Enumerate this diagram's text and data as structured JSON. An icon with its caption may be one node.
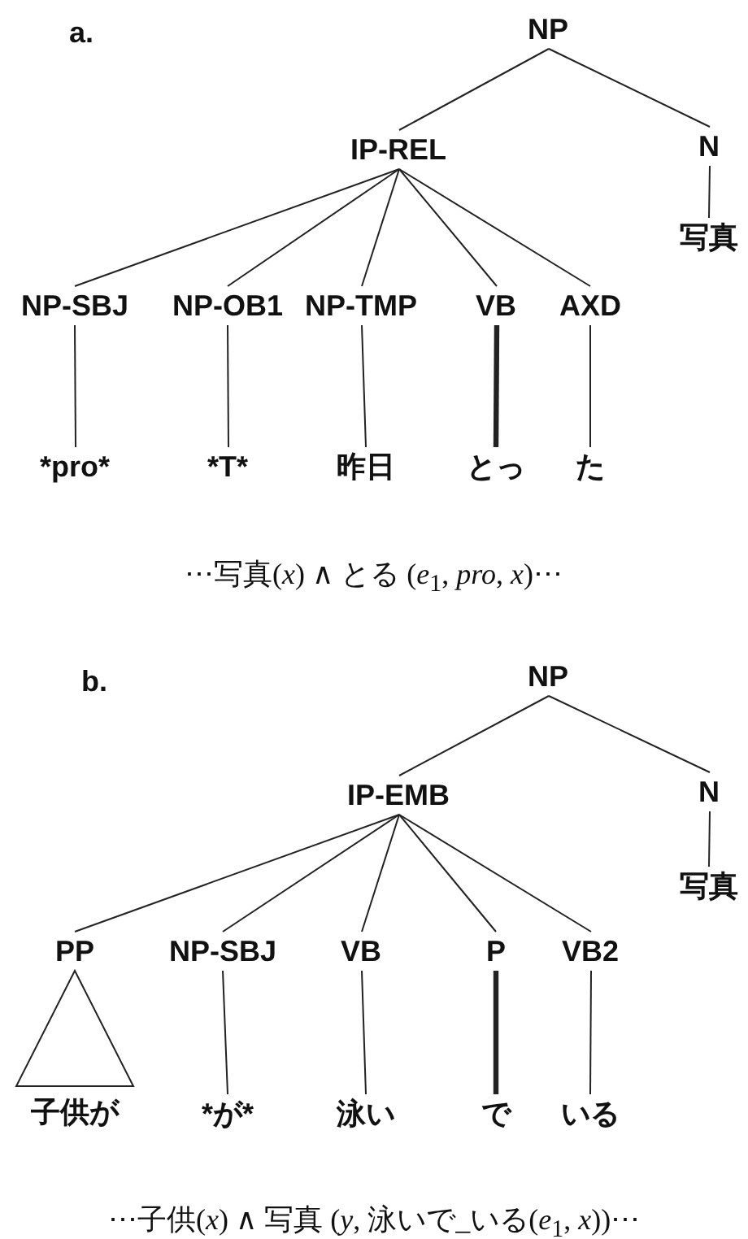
{
  "diagram": {
    "nodes": [
      {
        "text": [
          "NP"
        ]
      },
      {
        "text": [
          "IP-REL"
        ]
      },
      {
        "text": [
          "N"
        ]
      },
      {
        "text": [
          "NP-SBJ"
        ]
      },
      {
        "text": [
          "NP-OB1"
        ]
      },
      {
        "text": [
          "NP-TMP"
        ]
      },
      {
        "text": [
          "VB"
        ]
      },
      {
        "text": [
          "AXD"
        ]
      },
      {
        "text": [
          "写真"
        ]
      },
      {
        "text": [
          "*pro*"
        ]
      },
      {
        "text": [
          "*T*"
        ]
      },
      {
        "text": [
          "昨日"
        ]
      },
      {
        "text": [
          "とっ"
        ]
      },
      {
        "text": [
          "た"
        ]
      },
      {
        "text": [
          "NP"
        ]
      },
      {
        "text": [
          "IP-EMB"
        ]
      },
      {
        "text": [
          "N"
        ]
      },
      {
        "text": [
          "PP"
        ]
      },
      {
        "text": [
          "NP-SBJ"
        ]
      },
      {
        "text": [
          "VB"
        ]
      },
      {
        "text": [
          "P"
        ]
      },
      {
        "text": [
          "VB2"
        ]
      },
      {
        "text": [
          "写真"
        ]
      },
      {
        "text": [
          "子供が"
        ]
      },
      {
        "text": [
          "*が*"
        ]
      },
      {
        "text": [
          "泳い"
        ]
      },
      {
        "text": [
          "で"
        ]
      },
      {
        "text": [
          "いる"
        ]
      }
    ],
    "edges": [
      {
        "from": 0,
        "to": 1,
        "arrow": "none"
      },
      {
        "from": 0,
        "to": 2,
        "arrow": "none"
      },
      {
        "from": 1,
        "to": 3,
        "arrow": "none"
      },
      {
        "from": 1,
        "to": 4,
        "arrow": "none"
      },
      {
        "from": 1,
        "to": 5,
        "arrow": "none"
      },
      {
        "from": 1,
        "to": 6,
        "arrow": "none"
      },
      {
        "from": 1,
        "to": 7,
        "arrow": "none"
      },
      {
        "from": 2,
        "to": 8,
        "arrow": "none"
      },
      {
        "from": 3,
        "to": 9,
        "arrow": "none"
      },
      {
        "from": 4,
        "to": 10,
        "arrow": "none"
      },
      {
        "from": 5,
        "to": 11,
        "arrow": "none"
      },
      {
        "from": 6,
        "to": 12,
        "arrow": "none",
        "style": "thick"
      },
      {
        "from": 7,
        "to": 13,
        "arrow": "none"
      },
      {
        "from": 14,
        "to": 15,
        "arrow": "none"
      },
      {
        "from": 14,
        "to": 16,
        "arrow": "none"
      },
      {
        "from": 15,
        "to": 17,
        "arrow": "none"
      },
      {
        "from": 15,
        "to": 18,
        "arrow": "none"
      },
      {
        "from": 15,
        "to": 19,
        "arrow": "none"
      },
      {
        "from": 15,
        "to": 20,
        "arrow": "none"
      },
      {
        "from": 15,
        "to": 21,
        "arrow": "none"
      },
      {
        "from": 16,
        "to": 22,
        "arrow": "none"
      },
      {
        "from": 17,
        "to": 23,
        "arrow": "none"
      },
      {
        "from": 18,
        "to": 24,
        "arrow": "none"
      },
      {
        "from": 19,
        "to": 25,
        "arrow": "none"
      },
      {
        "from": 20,
        "to": 26,
        "arrow": "none",
        "style": "thick"
      },
      {
        "from": 21,
        "to": 27,
        "arrow": "none"
      }
    ],
    "labels": [
      "a.",
      "⋯写真(*x*) ∧ とる (*e*$_{1}$, *pro*, *x*)⋯",
      "b.",
      "⋯子供(*x*) ∧ 写真 (*y*, 泳いで_いる(*e*$_{1}$, *x*))⋯"
    ]
  }
}
